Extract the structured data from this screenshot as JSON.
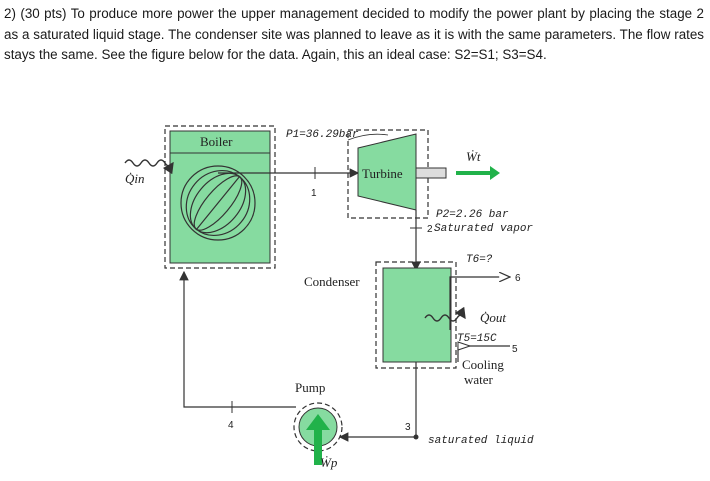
{
  "problem": {
    "text": "2) (30 pts) To produce more power the upper management decided to modify the power plant by placing the stage 2 as a saturated liquid stage.  The condenser site was planned to leave as it is with the same parameters. The flow rates stays the same. See the figure below for the data. Again, this an ideal case: S2=S1; S3=S4."
  },
  "diagram": {
    "boiler_label": "Boiler",
    "turbine_label": "Turbine",
    "condenser_label": "Condenser",
    "pump_label": "Pump",
    "cooling_water_label_1": "Cooling",
    "cooling_water_label_2": "water",
    "q_in_label": "Q̇in",
    "q_out_label": "Q̇out",
    "w_t_label": "Ẇt",
    "w_p_label": "Ẇp",
    "state_1_label": "1",
    "state_2_label": "2",
    "state_3_label": "3",
    "state_4_label": "4",
    "state_5_label": "5",
    "state_6_label": "6",
    "annotation_p1": "P1=36.29bar",
    "annotation_p2": "P2=2.26 bar",
    "annotation_sat_vapor": "Saturated vapor",
    "annotation_t6": "T6=?",
    "annotation_t5": "T5=15C",
    "annotation_sat_liquid": "saturated liquid",
    "colors": {
      "component_fill": "#86dba0",
      "arrow_green": "#21b24a",
      "line": "#333333"
    }
  }
}
